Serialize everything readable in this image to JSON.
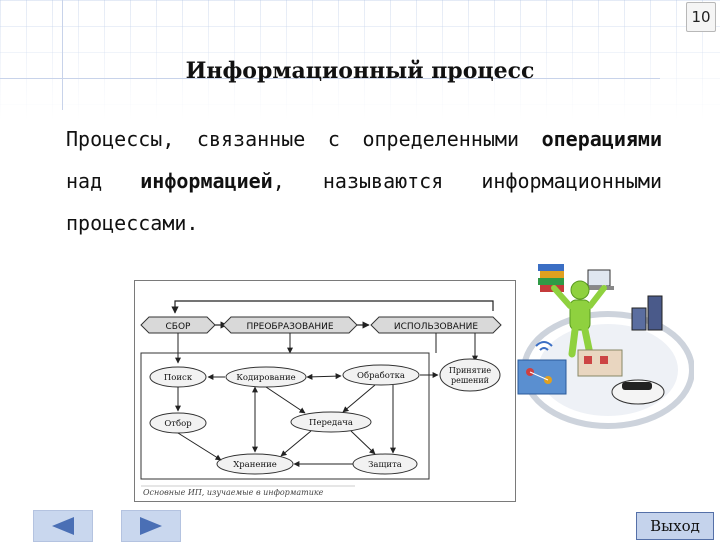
{
  "page_number": "10",
  "title": "Информационный процесс",
  "paragraph": {
    "part1": "Процессы, связанные с определенными ",
    "bold1": "операциями",
    "part2": " над ",
    "bold2": "информацией",
    "part3": ", называются информационными процессами."
  },
  "diagram": {
    "stages": [
      "СБОР",
      "ПРЕОБРАЗОВАНИЕ",
      "ИСПОЛЬЗОВАНИЕ"
    ],
    "nodes": {
      "search": "Поиск",
      "coding": "Кодирование",
      "processing": "Обработка",
      "decision_line1": "Принятие",
      "decision_line2": "решений",
      "selection": "Отбор",
      "transfer": "Передача",
      "storage": "Хранение",
      "protection": "Защита"
    },
    "caption": "Основные ИП, изучаемые в информатике"
  },
  "navigation": {
    "prev_icon": "triangle-left-icon",
    "next_icon": "triangle-right-icon",
    "exit_label": "Выход"
  },
  "colors": {
    "nav_button": "#c9d7ee",
    "nav_arrow": "#4a6fb5",
    "stage_fill": "#d9d9d9"
  }
}
